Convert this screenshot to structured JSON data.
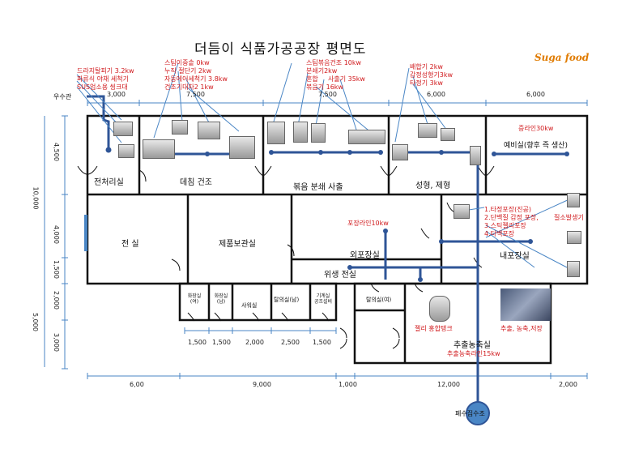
{
  "title": "더듬이 식품가공공장 평면도",
  "logo": "Suga food",
  "rooms": {
    "prep": "전처리실",
    "blanch_dry": "데침 건조",
    "roast_grind": "볶음 분쇄 사출",
    "forming": "성형, 제형",
    "prep_room": "예비실(향후 즉 생산)",
    "front_room": "전 실",
    "product_storage": "제품보관실",
    "outer_pack": "외포장실",
    "sanitary": "위생 전실",
    "inner_pack": "내포장실",
    "restroom_f": "화장실\n(여)",
    "restroom_m": "화장실\n(남)",
    "shower": "샤워실",
    "locker_m": "탈의실(남)",
    "machine": "기계실\n공조설비",
    "locker_f": "탈의실(여)",
    "extract": "추출농축실",
    "wastewater": "폐수집수조",
    "rainwater": "우수관"
  },
  "labels": {
    "prep_eq": [
      "드라지탈피기 3.2kw",
      "파류식 야채 세척기",
      "SUS업소용 씽크대"
    ],
    "blanch_eq": [
      "스팀이중솥 0kw",
      "누직 절단기 2kw",
      "자동에어세척기 3.8kw",
      "건조기대차2 1kw"
    ],
    "roast_eq": [
      "스팀볶음건조 10kw",
      "분쇄기2kw",
      "혼합",
      "사출기 35kw",
      "볶음기 16kw"
    ],
    "forming_eq": [
      "배합기 2kw",
      "감정성형기3kw",
      "타정기 3kw"
    ],
    "prep_room_eq": "증라인30kw",
    "pack_line": "포장라인10kw",
    "inner_eq": [
      "1.타정포장(진공)",
      "2.단백질 감정 포장,",
      "3.스틱젤리포장",
      "4.타백포장",
      "질소발생기"
    ],
    "extract_eq": [
      "젤리 홍합탱크",
      "추출, 농축,저장",
      "추출농축라인15kw"
    ]
  },
  "dims": {
    "top": [
      "3,000",
      "7,500",
      "7,500",
      "6,000",
      "6,000"
    ],
    "left": [
      "4,500",
      "4,000",
      "1,500",
      "2,000",
      "3,000"
    ],
    "left_total": [
      "10,000",
      "5,000"
    ],
    "mid": [
      "1,500",
      "1,500",
      "2,000",
      "2,500",
      "1,500"
    ],
    "bottom": [
      "6,00",
      "9,000",
      "1,000",
      "12,000",
      "2,000"
    ]
  },
  "colors": {
    "pipe": "#2f5597",
    "wall": "#111111",
    "dim_line": "#4a86c5",
    "label": "#d0191c"
  }
}
